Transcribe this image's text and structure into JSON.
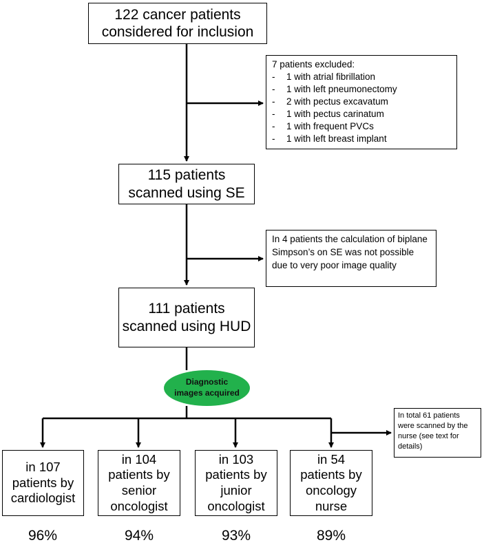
{
  "flow": {
    "start": {
      "lines": [
        "122 cancer patients",
        "considered for inclusion"
      ]
    },
    "exclusion": {
      "heading": "7 patients excluded:",
      "items": [
        "1 with atrial fibrillation",
        "1 with left pneumonectomy",
        "2 with pectus excavatum",
        "1 with pectus carinatum",
        "1 with frequent PVCs",
        "1 with left breast implant"
      ]
    },
    "se_box": {
      "lines": [
        "115 patients",
        "scanned using SE"
      ]
    },
    "se_note": {
      "text": "In 4 patients the calculation of biplane Simpson’s on SE was not possible due to very poor image quality"
    },
    "hud_box": {
      "lines": [
        "111 patients",
        "scanned using HUD"
      ]
    },
    "diagnostic": {
      "lines": [
        "Diagnostic",
        "images acquired"
      ],
      "color": "#22b14c"
    },
    "nurse_note": {
      "text": "In total 61 patients were scanned by the nurse (see text for details)"
    },
    "groups": [
      {
        "lines": [
          "in 107",
          "patients by",
          "cardiologist"
        ],
        "percent": "96%"
      },
      {
        "lines": [
          "in 104",
          "patients by",
          "senior",
          "oncologist"
        ],
        "percent": "94%"
      },
      {
        "lines": [
          "in 103",
          "patients by",
          "junior",
          "oncologist"
        ],
        "percent": "93%"
      },
      {
        "lines": [
          "in 54",
          "patients by",
          "oncology",
          "nurse"
        ],
        "percent": "89%"
      }
    ]
  }
}
